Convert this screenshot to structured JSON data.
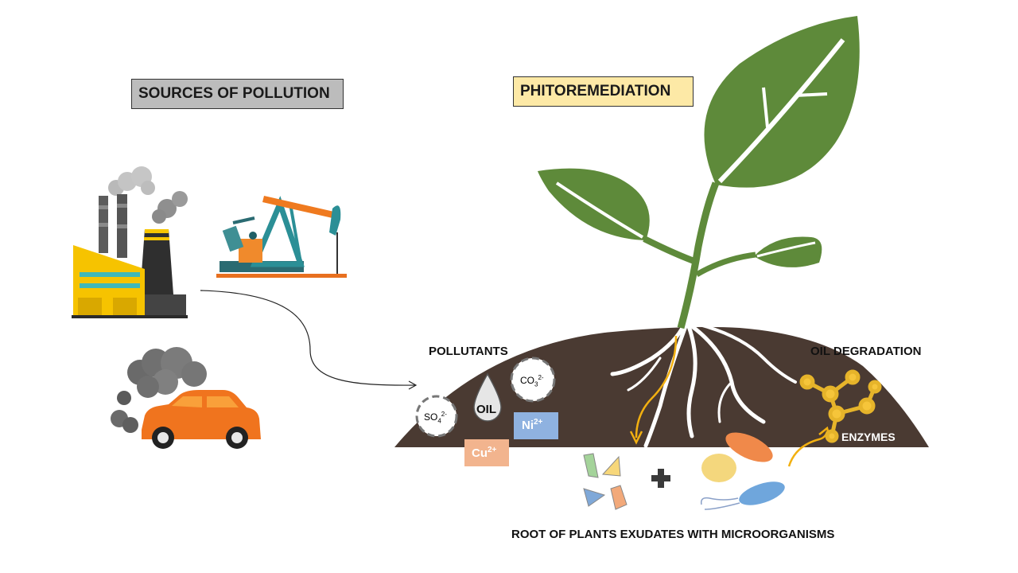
{
  "titles": {
    "sources": "SOURCES OF POLLUTION",
    "phyto": "PHITOREMEDIATION"
  },
  "labels": {
    "pollutants": "POLLUTANTS",
    "oil_degradation": "OIL DEGRADATION",
    "enzymes": "ENZYMES",
    "root_caption": "ROOT OF PLANTS EXUDATES WITH MICROORGANISMS"
  },
  "pollutant_items": {
    "oil": "OIL",
    "co3": "CO",
    "co3_sub": "3",
    "co3_sup": "2-",
    "so4": "SO",
    "so4_sub": "4",
    "so4_sup": "2-",
    "ni": "Ni",
    "ni_sup": "2+",
    "cu": "Cu",
    "cu_sup": "2+"
  },
  "icons": [
    "factory-icon",
    "oil-pumpjack-icon",
    "polluting-car-icon",
    "plant-icon",
    "soil-mound-icon",
    "bacteria-icon",
    "enzyme-molecule-icon",
    "plus-icon"
  ],
  "colors": {
    "sources_box": "#bcbcbc",
    "phyto_box": "#fde9a6",
    "soil": "#4a3a32",
    "leaf": "#5e8a3a",
    "arrow_orange": "#f2b011"
  }
}
